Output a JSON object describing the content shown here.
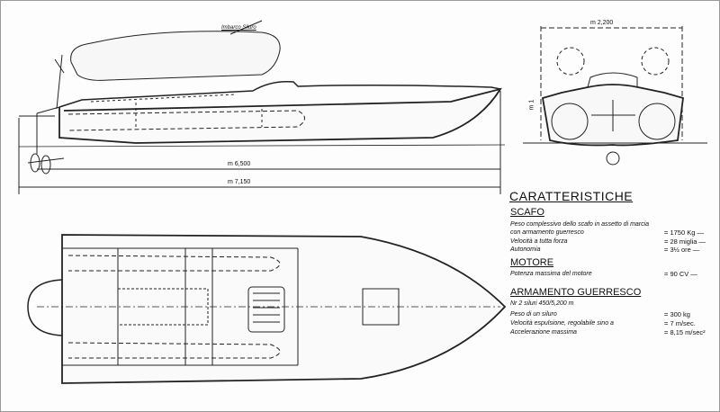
{
  "labels": {
    "torpedo_label": "Imbarco Siluro",
    "dim_hull_length": "m 6,500",
    "dim_total_length": "m 7,150",
    "dim_width": "m 2,200",
    "dim_height": "m 1"
  },
  "specs": {
    "title": "CARATTERISTICHE",
    "sections": [
      {
        "heading": "SCAFO",
        "rows": [
          {
            "label": "Peso complessivo dello scafo in assetto di marcia",
            "value": ""
          },
          {
            "label": "con armamento guerresco",
            "value": "= 1750 Kg —"
          },
          {
            "label": "Velocità a tutta forza",
            "value": "= 28 miglia —"
          },
          {
            "label": "Autonomia",
            "value": "= 3½ ore —"
          }
        ]
      },
      {
        "heading": "MOTORE",
        "rows": [
          {
            "label": "Potenza massima del motore",
            "value": "= 90 CV —"
          }
        ]
      },
      {
        "heading": "ARMAMENTO GUERRESCO",
        "rows": [
          {
            "label": "Nr 2 siluri 450/5,200 m",
            "value": ""
          },
          {
            "label": "Peso di un siluro",
            "value": "= 300 kg"
          },
          {
            "label": "Velocità espulsione, regolabile sino a",
            "value": "= 7 m/sec."
          },
          {
            "label": "Accelerazione massima",
            "value": "= 8,15 m/sec²"
          }
        ]
      }
    ]
  }
}
